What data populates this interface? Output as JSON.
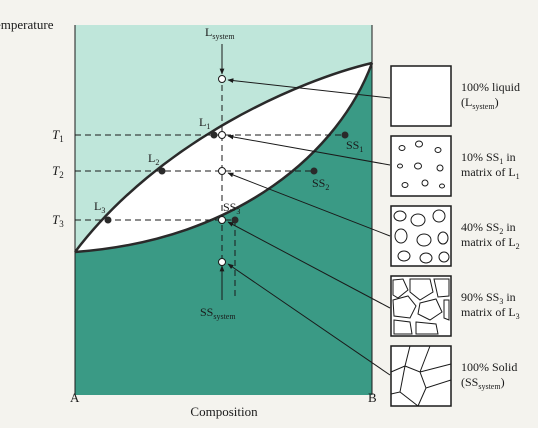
{
  "diagram": {
    "y_axis_label": "Temperature",
    "x_axis_label": "Composition",
    "corner_left": "A",
    "corner_right": "B",
    "temperatures": [
      {
        "main": "T",
        "sub": "1"
      },
      {
        "main": "T",
        "sub": "2"
      },
      {
        "main": "T",
        "sub": "3"
      }
    ],
    "liquidus_points": [
      {
        "main": "L",
        "sub": "1"
      },
      {
        "main": "L",
        "sub": "2"
      },
      {
        "main": "L",
        "sub": "3"
      }
    ],
    "solidus_points": [
      {
        "main": "SS",
        "sub": "1"
      },
      {
        "main": "SS",
        "sub": "2"
      },
      {
        "main": "SS",
        "sub": "3"
      }
    ],
    "system_top": {
      "main": "L",
      "sub": "system"
    },
    "system_bottom": {
      "main": "SS",
      "sub": "system"
    },
    "microstructures": [
      {
        "line1": "100% liquid",
        "line2_main": "(L",
        "line2_sub": "system",
        "line2_end": ")"
      },
      {
        "line1_main": "10% SS",
        "line1_sub": "1",
        "line1_end": " in",
        "line2_main": "matrix of L",
        "line2_sub": "1"
      },
      {
        "line1_main": "40% SS",
        "line1_sub": "2",
        "line1_end": " in",
        "line2_main": "matrix of L",
        "line2_sub": "2"
      },
      {
        "line1_main": "90% SS",
        "line1_sub": "3",
        "line1_end": " in",
        "line2_main": "matrix of L",
        "line2_sub": "3"
      },
      {
        "line1": "100% Solid",
        "line2_main": "(SS",
        "line2_sub": "system",
        "line2_end": ")"
      }
    ]
  },
  "colors": {
    "liquid_region": "#bfe6da",
    "solid_region": "#3a9a85",
    "two_phase_region": "#ffffff",
    "curve": "#2a2a2a",
    "background": "#f4f3ee"
  }
}
